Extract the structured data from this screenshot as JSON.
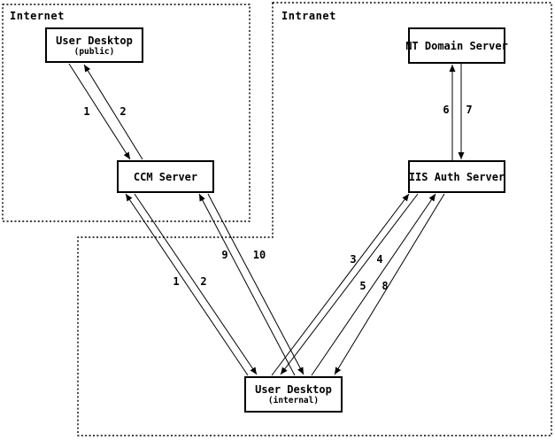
{
  "diagram": {
    "zones": {
      "internet": {
        "label": "Internet"
      },
      "intranet": {
        "label": "Intranet"
      }
    },
    "nodes": {
      "user_desktop_public": {
        "title": "User Desktop",
        "subtitle": "(public)"
      },
      "ccm_server": {
        "title": "CCM Server"
      },
      "nt_domain_server": {
        "title": "NT Domain Server"
      },
      "iis_auth_server": {
        "title": "IIS Auth Server"
      },
      "user_desktop_internal": {
        "title": "User Desktop",
        "subtitle": "(internal)"
      }
    },
    "arrows": [
      {
        "label": "1",
        "from": "user_desktop_public",
        "to": "ccm_server"
      },
      {
        "label": "2",
        "from": "ccm_server",
        "to": "user_desktop_public"
      },
      {
        "label": "1",
        "from": "user_desktop_internal",
        "to": "ccm_server"
      },
      {
        "label": "2",
        "from": "ccm_server",
        "to": "user_desktop_internal"
      },
      {
        "label": "9",
        "from": "user_desktop_internal",
        "to": "ccm_server"
      },
      {
        "label": "10",
        "from": "ccm_server",
        "to": "user_desktop_internal"
      },
      {
        "label": "3",
        "from": "user_desktop_internal",
        "to": "iis_auth_server"
      },
      {
        "label": "4",
        "from": "iis_auth_server",
        "to": "user_desktop_internal"
      },
      {
        "label": "5",
        "from": "user_desktop_internal",
        "to": "iis_auth_server"
      },
      {
        "label": "8",
        "from": "iis_auth_server",
        "to": "user_desktop_internal"
      },
      {
        "label": "6",
        "from": "iis_auth_server",
        "to": "nt_domain_server"
      },
      {
        "label": "7",
        "from": "nt_domain_server",
        "to": "iis_auth_server"
      }
    ],
    "colors": {
      "ink": "#000000",
      "background": "#ffffff"
    }
  }
}
